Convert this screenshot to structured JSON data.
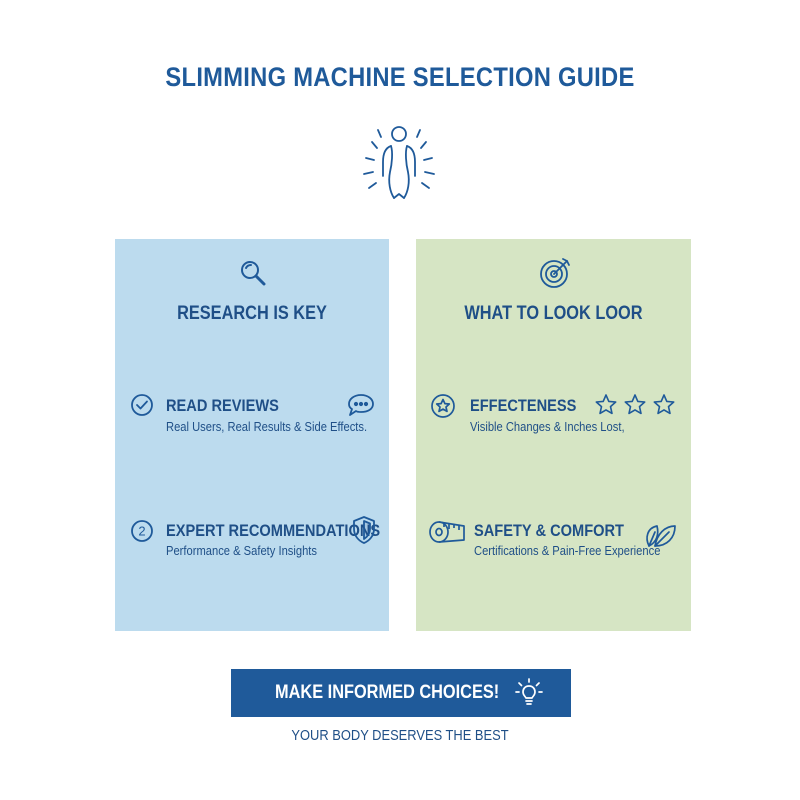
{
  "header": {
    "title": "SLIMMING MACHINE SELECTION GUIDE",
    "hero_icon": "radiant-body-icon"
  },
  "left_card": {
    "icon": "magnifier-icon",
    "heading": "RESEARCH IS KEY",
    "background": "#bcdbee",
    "items": [
      {
        "badge_icon": "check-circle-icon",
        "title": "READ REVIEWS",
        "subtitle": "Real Users, Real Results & Side Effects.",
        "side_icon": "speech-bubble-icon"
      },
      {
        "badge": "2",
        "title": "EXPERT RECOMMENDATIONS",
        "subtitle": "Performance & Safety Insights",
        "side_icon": "shield-icon"
      }
    ]
  },
  "right_card": {
    "icon": "target-icon",
    "heading": "WHAT TO LOOK LOOR",
    "background": "#d6e5c4",
    "items": [
      {
        "badge_icon": "star-circle-icon",
        "title": "EFFECTENESS",
        "subtitle": "Visible Changes & Inches Lost,",
        "side_icon": "three-stars-icon"
      },
      {
        "badge_icon": "measuring-tape-icon",
        "title": "SAFETY & COMFORT",
        "subtitle": "Certifications & Pain-Free Experience",
        "side_icon": "leaves-icon"
      }
    ]
  },
  "cta": {
    "label": "MAKE INFORMED CHOICES!",
    "icon": "lightbulb-icon",
    "background": "#1f5a9a"
  },
  "footer": {
    "tagline": "YOUR BODY DESERVES THE BEST"
  },
  "colors": {
    "accent": "#1f5a9a",
    "text": "#1f4f87"
  }
}
